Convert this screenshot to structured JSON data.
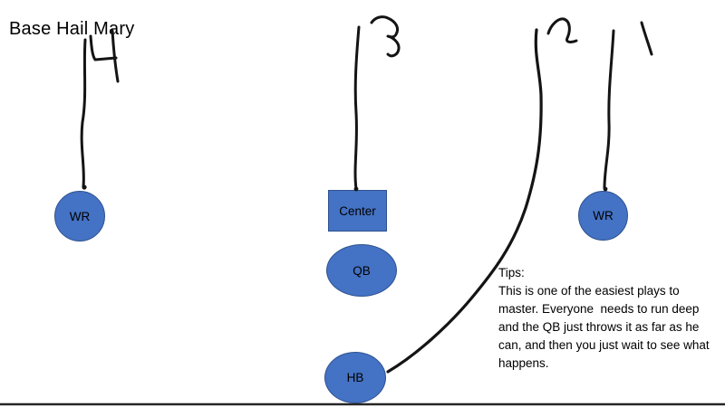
{
  "title": "Base Hail Mary",
  "colors": {
    "shape_fill": "#4472C4",
    "shape_border": "#2F528F",
    "ink": "#141414",
    "scrimmage_line": "#262626"
  },
  "players": [
    {
      "id": "wr-left",
      "label": "WR",
      "shape": "circle"
    },
    {
      "id": "center",
      "label": "Center",
      "shape": "rectangle"
    },
    {
      "id": "qb",
      "label": "QB",
      "shape": "ellipse"
    },
    {
      "id": "hb",
      "label": "HB",
      "shape": "ellipse"
    },
    {
      "id": "wr-right",
      "label": "WR",
      "shape": "circle"
    }
  ],
  "routes": [
    {
      "number": "4"
    },
    {
      "number": "3"
    },
    {
      "number": "2"
    },
    {
      "number": "1"
    }
  ],
  "tips": {
    "heading": "Tips:",
    "lines": [
      "This is one of the easiest plays to",
      "master. Everyone  needs to run deep",
      "and the QB just throws it as far as he",
      "can, and then you just wait to see what",
      "happens."
    ]
  }
}
